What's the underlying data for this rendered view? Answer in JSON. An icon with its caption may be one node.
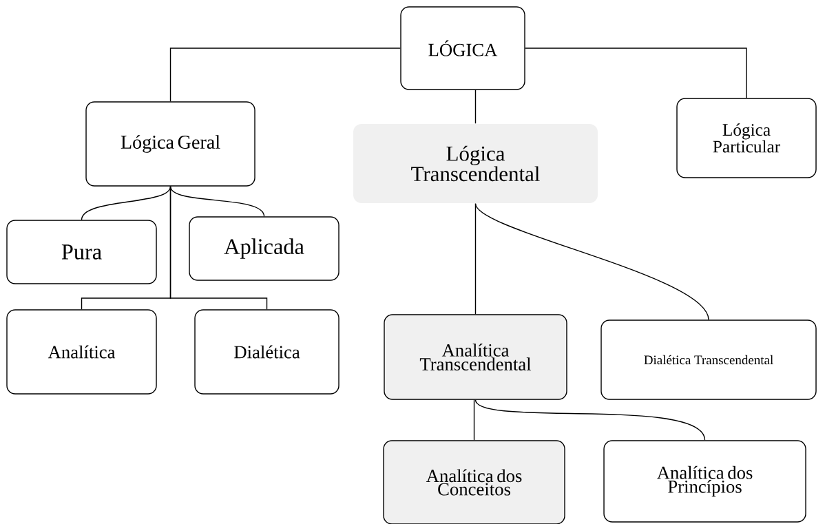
{
  "diagram": {
    "nodes": [
      {
        "text": [
          "LÓGICA"
        ]
      },
      {
        "text": [
          "Lógica Geral"
        ]
      },
      {
        "text": [
          "Lógica Transcendental"
        ]
      },
      {
        "text": [
          "Lógica Particular"
        ]
      },
      {
        "text": [
          "Pura"
        ]
      },
      {
        "text": [
          "Aplicada"
        ]
      },
      {
        "text": [
          "Analítica"
        ]
      },
      {
        "text": [
          "Dialética"
        ]
      },
      {
        "text": [
          "Analítica Transcendental"
        ]
      },
      {
        "text": [
          "Dialética Transcendental"
        ]
      },
      {
        "text": [
          "Analítica dos Conceitos"
        ]
      },
      {
        "text": [
          "Analítica dos Princípios"
        ]
      }
    ],
    "edges": [
      {
        "from": 0,
        "to": 1,
        "arrow": "none"
      },
      {
        "from": 0,
        "to": 2,
        "arrow": "none"
      },
      {
        "from": 0,
        "to": 3,
        "arrow": "none"
      },
      {
        "from": 1,
        "to": 4,
        "arrow": "none"
      },
      {
        "from": 1,
        "to": 5,
        "arrow": "none"
      },
      {
        "from": 1,
        "to": 6,
        "arrow": "none"
      },
      {
        "from": 1,
        "to": 7,
        "arrow": "none"
      },
      {
        "from": 2,
        "to": 8,
        "arrow": "none"
      },
      {
        "from": 2,
        "to": 9,
        "arrow": "none"
      },
      {
        "from": 8,
        "to": 10,
        "arrow": "none"
      },
      {
        "from": 8,
        "to": 11,
        "arrow": "none"
      }
    ]
  }
}
